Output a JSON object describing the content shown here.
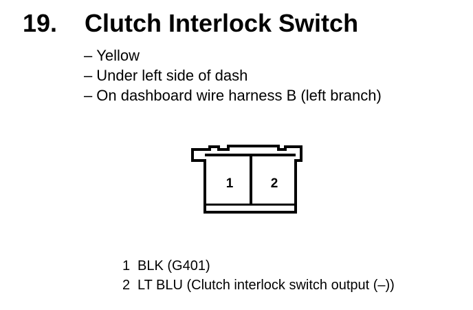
{
  "heading": {
    "number": "19.",
    "title": "Clutch Interlock Switch"
  },
  "details": [
    "Yellow",
    "Under left side of dash",
    "On dashboard wire harness B (left branch)"
  ],
  "connector": {
    "pins": [
      "1",
      "2"
    ]
  },
  "pinouts": [
    {
      "pin": "1",
      "desc": "BLK (G401)"
    },
    {
      "pin": "2",
      "desc": "LT BLU (Clutch interlock switch output (–))"
    }
  ]
}
